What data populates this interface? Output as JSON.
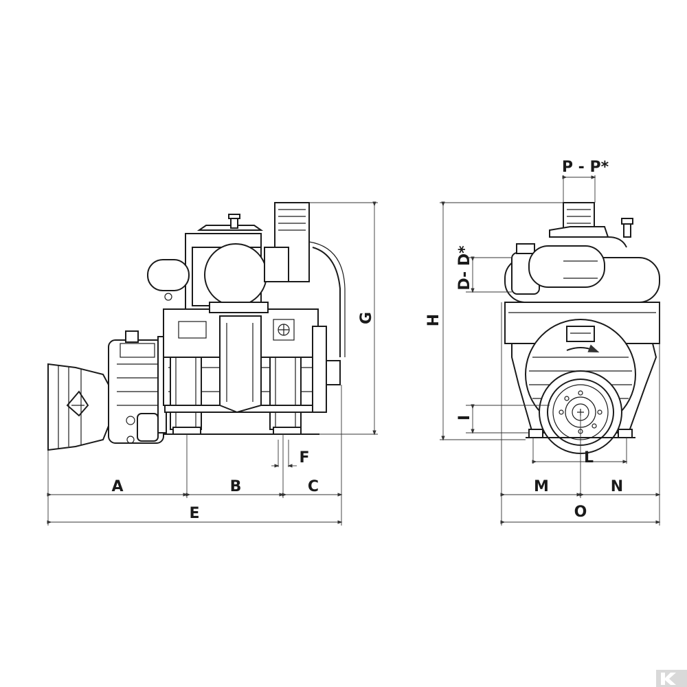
{
  "dimension_labels": {
    "A": "A",
    "B": "B",
    "C": "C",
    "E": "E",
    "F": "F",
    "G": "G",
    "H": "H",
    "I": "I",
    "L": "L",
    "M": "M",
    "N": "N",
    "O": "O",
    "P": "P - P*",
    "D": "D- D*"
  },
  "colors": {
    "line": "#1a1a1a",
    "background": "#ffffff",
    "watermark": "#d9d9d9"
  },
  "watermark_icon": "k-logo"
}
